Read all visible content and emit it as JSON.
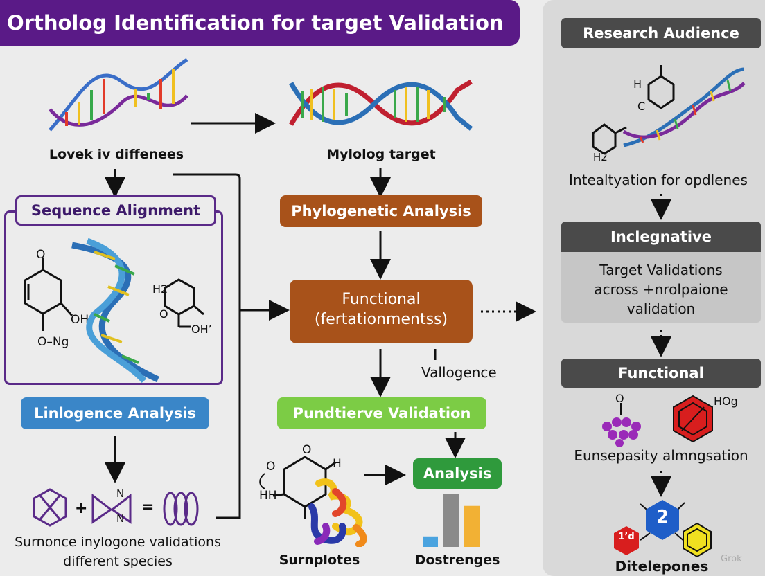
{
  "title": "Ortholog Identification for target Validation",
  "left": {
    "dna_label": "Lovek iv diffenees",
    "sequence_alignment": "Sequence Alignment",
    "sa_chem_left": {
      "o": "O",
      "oh": "OH",
      "ong": "O–Ng"
    },
    "sa_chem_right": {
      "h2": "H2",
      "o": "O",
      "oh": "OH’"
    },
    "linlogence": "Linlogence Analysis",
    "equation": {
      "plus": "+",
      "equals": "=",
      "n_top": "N",
      "n_bottom": "N"
    },
    "bottom_caption_1": "Surnonce inylogone validations",
    "bottom_caption_2": "different species"
  },
  "middle": {
    "mylolog_target": "Mylolog target",
    "phylogenetic": "Phylogenetic Analysis",
    "functional_title": "Functional",
    "functional_sub": "(fertationmentss)",
    "vallogence": "Vallogence",
    "pundtierve": "Pundtierve Validation",
    "analysis": "Analysis",
    "chem": {
      "o1": "O",
      "o2": "O",
      "h": "H",
      "hh": "HH"
    },
    "surnplotes": "Surnplotes",
    "dostrenges": "Dostrenges",
    "bar_values": [
      0.2,
      1.0,
      0.78
    ],
    "bar_colors": [
      "#4aa3df",
      "#8a8a8a",
      "#f2b134"
    ]
  },
  "right": {
    "research_audience": "Research Audience",
    "chem": {
      "h": "H",
      "c": "C",
      "h2": "H2"
    },
    "inteal": "Intealtyation for opdlenes",
    "inclegnative": "Inclegnative",
    "target_1": "Target Validations",
    "target_2": "across +nrolpaione",
    "target_3": "validation",
    "functional": "Functional",
    "chem2": {
      "o": "O",
      "hog": "HOg"
    },
    "eunsepasity": "Eunsepasity almngsation",
    "hex_number": "2",
    "hex_red_text": "1’d",
    "ditelepones": "Ditelepones",
    "watermark": "Grok"
  },
  "colors": {
    "title": "#5a1a87",
    "sequence_border": "#5a2a88",
    "linlogence": "#3a86c8",
    "phylogenetic": "#a8521a",
    "functional": "#a8521a",
    "pundtierve": "#7ccc45",
    "analysis": "#2f9a3c",
    "dark_pill": "#4a4a4a"
  }
}
